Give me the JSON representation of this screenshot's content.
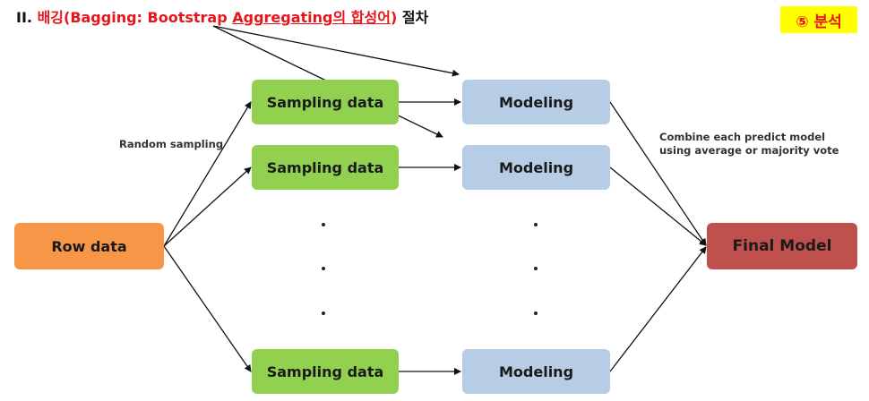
{
  "header": {
    "prefix": "II. ",
    "title_red_1": "배깅(Bagging: Bootstrap ",
    "title_red_underlined": "Aggregating의 합성어",
    "title_red_2": ")",
    "suffix": " 절차",
    "badge": "⑤ 분석"
  },
  "diagram": {
    "source": "Row data",
    "random_sampling_label": "Random sampling",
    "sampling_label": "Sampling data",
    "modeling_label": "Modeling",
    "combine_label_line1": "Combine each predict model",
    "combine_label_line2": "using average or  majority vote",
    "final": "Final Model"
  },
  "colors": {
    "row_data": "#f79646",
    "sampling": "#92d050",
    "modeling": "#b7cde5",
    "final": "#c0504d",
    "title_red": "#e8161c",
    "badge_bg": "#ffff00"
  }
}
